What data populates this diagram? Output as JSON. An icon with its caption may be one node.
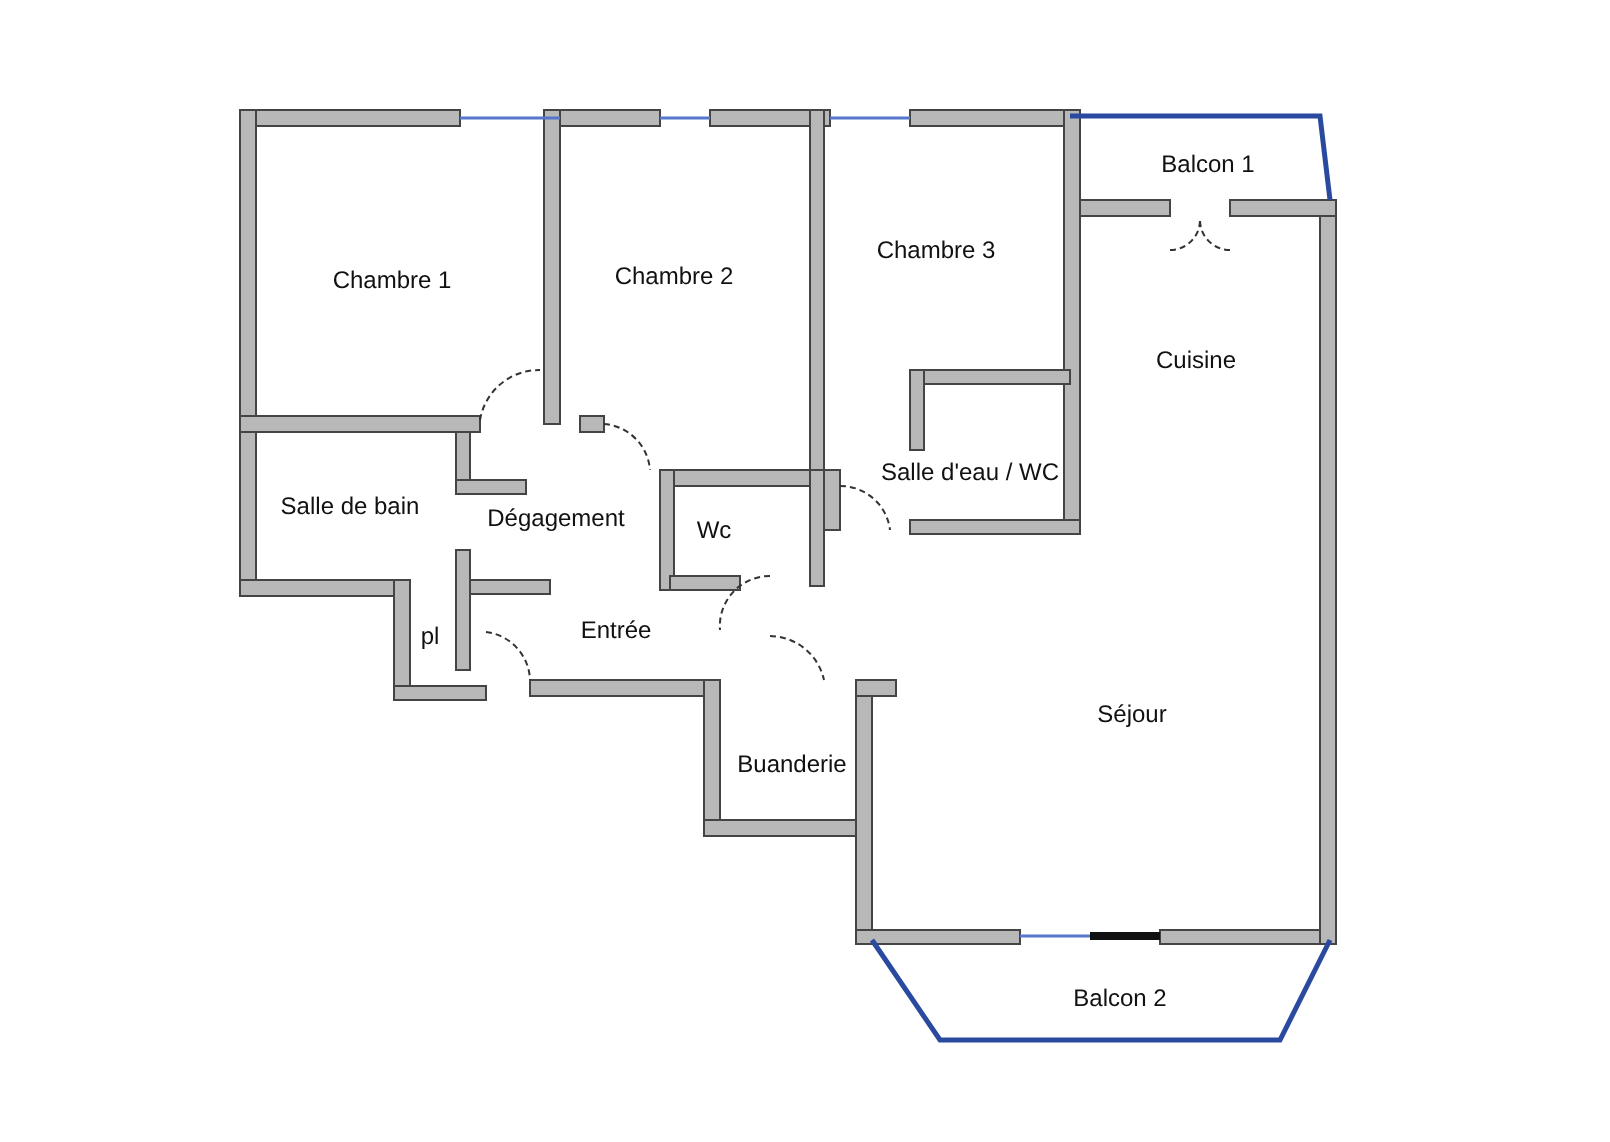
{
  "diagram": {
    "nodes": [
      {
        "text": [
          "Chambre 1"
        ]
      },
      {
        "text": [
          "Chambre 2"
        ]
      },
      {
        "text": [
          "Chambre 3"
        ]
      },
      {
        "text": [
          "Balcon 1"
        ]
      },
      {
        "text": [
          "Cuisine"
        ]
      },
      {
        "text": [
          "Salle de bain"
        ]
      },
      {
        "text": [
          "Dégagement"
        ]
      },
      {
        "text": [
          "Wc"
        ]
      },
      {
        "text": [
          "Salle d'eau / WC"
        ]
      },
      {
        "text": [
          "pl"
        ]
      },
      {
        "text": [
          "Entrée"
        ]
      },
      {
        "text": [
          "Buanderie"
        ]
      },
      {
        "text": [
          "Séjour"
        ]
      },
      {
        "text": [
          "Balcon 2"
        ]
      }
    ]
  }
}
